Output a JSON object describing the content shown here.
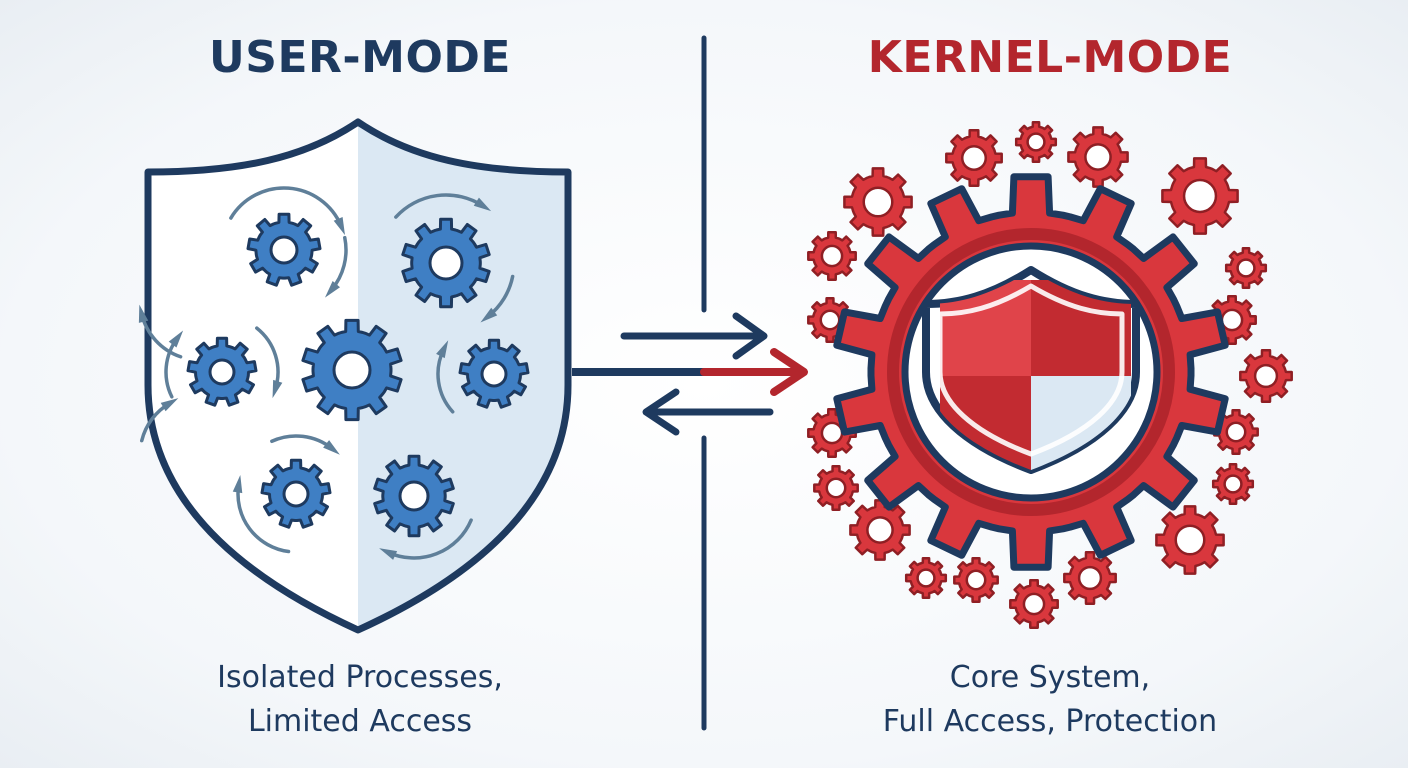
{
  "user_mode": {
    "title": "USER-MODE",
    "caption_line1": "Isolated Processes,",
    "caption_line2": "Limited Access"
  },
  "kernel_mode": {
    "title": "KERNEL-MODE",
    "caption_line1": "Core System,",
    "caption_line2": "Full Access, Protection"
  },
  "colors": {
    "navy": "#1e3a5f",
    "red": "#b3262d",
    "red_bright": "#d9373d",
    "blue_gear": "#3f7fc4",
    "shield_fill": "#ffffff",
    "shield_tint": "#dbe8f3"
  },
  "icons": {
    "user_shield": "shield-icon",
    "kernel_shield": "shield-icon",
    "gear": "gear-icon",
    "arrow": "arrow-right-icon"
  }
}
